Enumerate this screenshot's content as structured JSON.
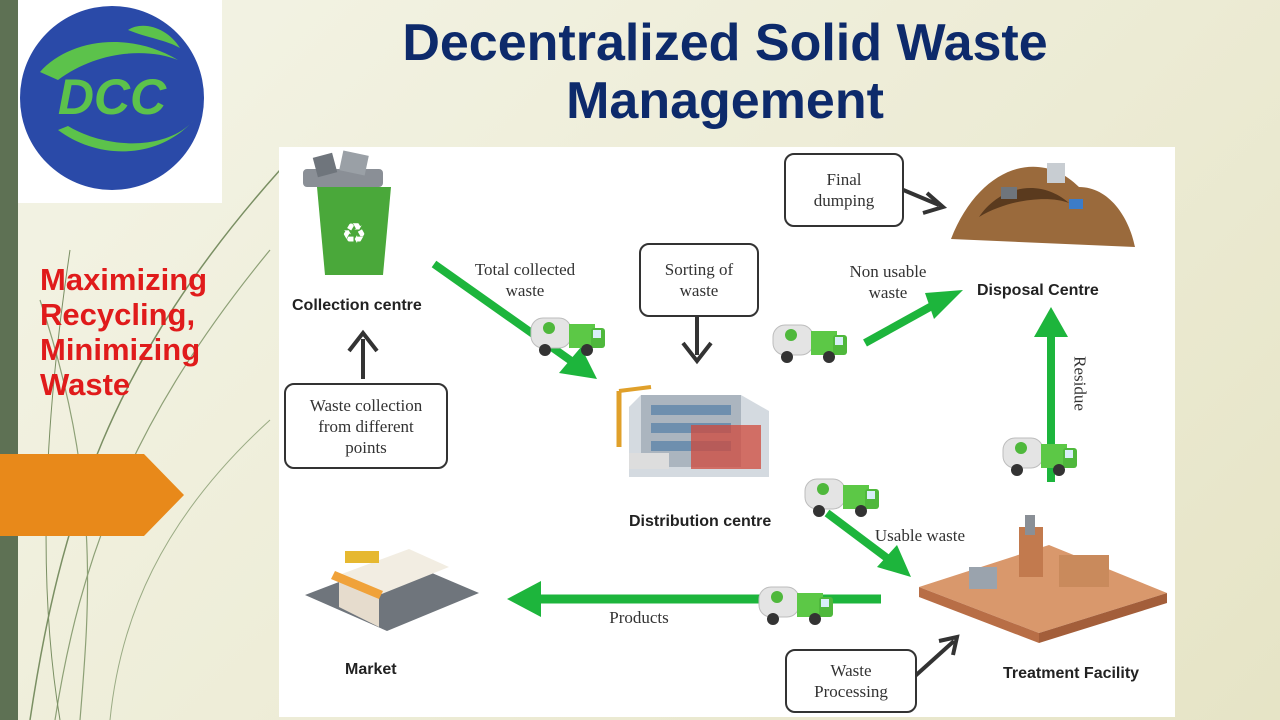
{
  "title": "Decentralized Solid Waste Management",
  "logo": {
    "text": "DCC"
  },
  "side_text": [
    "Maximizing",
    "Recycling,",
    "Minimizing",
    "Waste"
  ],
  "diagram": {
    "nodes": {
      "collection": "Collection centre",
      "distribution": "Distribution centre",
      "disposal": "Disposal Centre",
      "treatment": "Treatment Facility",
      "market": "Market"
    },
    "boxes": {
      "waste_collection": [
        "Waste collection",
        "from different",
        "points"
      ],
      "sorting": [
        "Sorting of",
        "waste"
      ],
      "final_dumping": [
        "Final",
        "dumping"
      ],
      "waste_processing": [
        "Waste",
        "Processing"
      ]
    },
    "arrow_labels": {
      "total_collected": [
        "Total collected",
        "waste"
      ],
      "non_usable": [
        "Non usable",
        "waste"
      ],
      "residue": "Residue",
      "usable": "Usable waste",
      "products": "Products"
    }
  },
  "colors": {
    "title": "#0d2a6b",
    "side_text": "#e01b1b",
    "arrow_green": "#1db53c",
    "orange_arrow": "#e8891a",
    "left_bar": "#5e7154"
  }
}
